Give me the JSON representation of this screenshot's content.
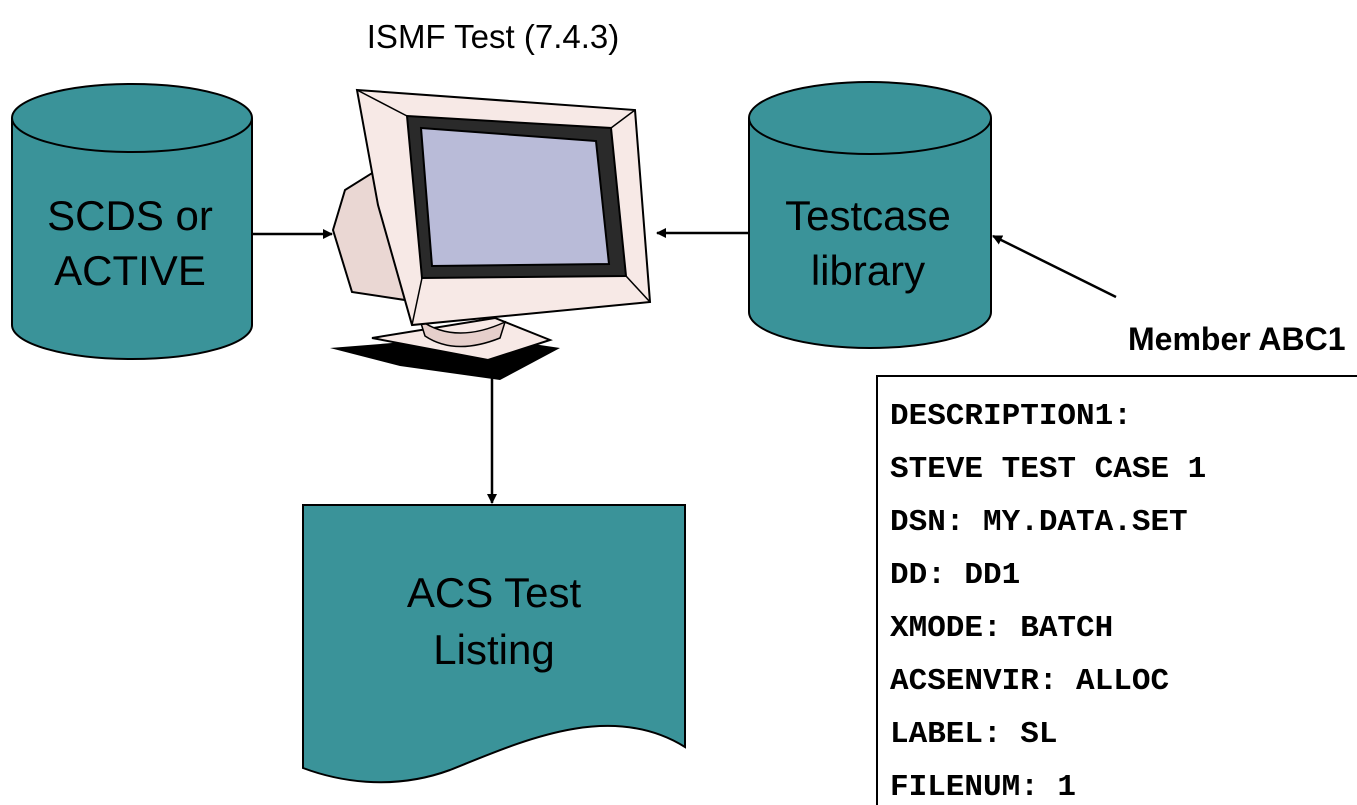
{
  "title": "ISMF Test (7.4.3)",
  "colors": {
    "teal": "#3a9399",
    "monitor_body": "#f7e9e6",
    "screen": "#b9bbd8"
  },
  "left_db": {
    "line1": "SCDS or",
    "line2": "ACTIVE"
  },
  "right_db": {
    "line1": "Testcase",
    "line2": "library"
  },
  "document": {
    "line1": "ACS Test",
    "line2": "Listing"
  },
  "member_label": "Member ABC1",
  "member_lines": [
    "DESCRIPTION1:",
    "STEVE TEST CASE 1",
    "DSN: MY.DATA.SET",
    "DD: DD1",
    "XMODE: BATCH",
    "ACSENVIR: ALLOC",
    "LABEL: SL",
    "FILENUM: 1"
  ]
}
